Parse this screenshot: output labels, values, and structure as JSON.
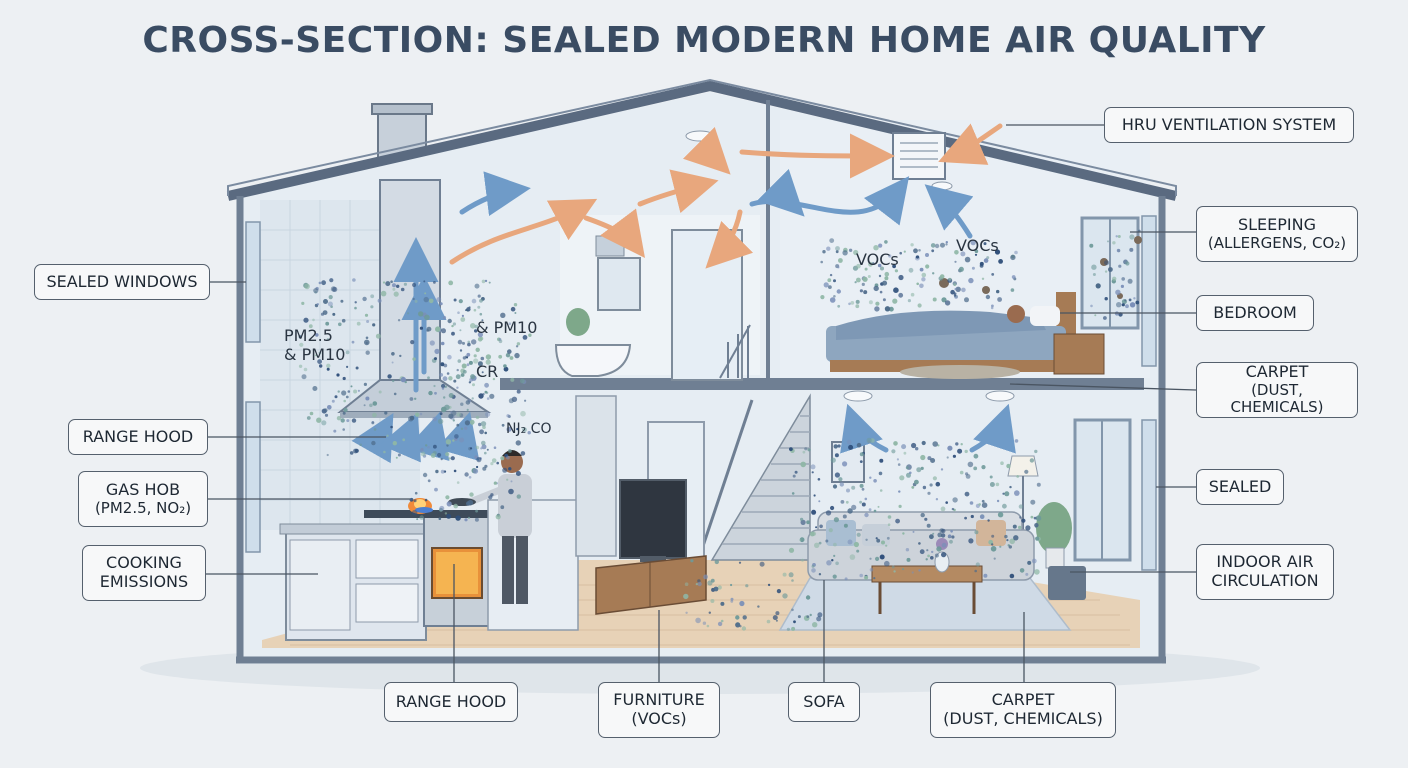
{
  "title": "CROSS-SECTION: SEALED MODERN HOME AIR QUALITY",
  "callouts": {
    "hru": "HRU VENTILATION SYSTEM",
    "sealed_windows": "SEALED WINDOWS",
    "sleeping_line1": "SLEEPING",
    "sleeping_line2": "(ALLERGENS, CO₂)",
    "bedroom": "BEDROOM",
    "carpet_upper_line1": "CARPET",
    "carpet_upper_line2": "(DUST, CHEMICALS)",
    "range_hood_left": "RANGE HOOD",
    "gas_hob_line1": "GAS HOB",
    "gas_hob_line2": "(PM2.5, NO₂)",
    "sealed": "SEALED",
    "cooking_line1": "COOKING",
    "cooking_line2": "EMISSIONS",
    "indoor_air_line1": "INDOOR AIR",
    "indoor_air_line2": "CIRCULATION",
    "range_hood_bottom": "RANGE HOOD",
    "furniture_line1": "FURNITURE",
    "furniture_line2": "(VOCs)",
    "sofa": "SOFA",
    "carpet_bottom_line1": "CARPET",
    "carpet_bottom_line2": "(DUST, CHEMICALS)"
  },
  "scene_text": {
    "pm25_line1": "PM2.5",
    "pm25_line2": "& PM10",
    "pm10": "& PM10",
    "cr": "CR",
    "nj_co": "NJ₂ CO",
    "vocs_1": "VOCs",
    "vocs_2": "VOCs"
  },
  "colors": {
    "roof_outline": "#5a6a80",
    "warm_arrow": "#e8a77d",
    "cool_arrow": "#6f9bc8",
    "particles": [
      "#2f4f7a",
      "#6e9a9a",
      "#8fb7a6",
      "#7a8fb8",
      "#4d6b8a"
    ]
  }
}
